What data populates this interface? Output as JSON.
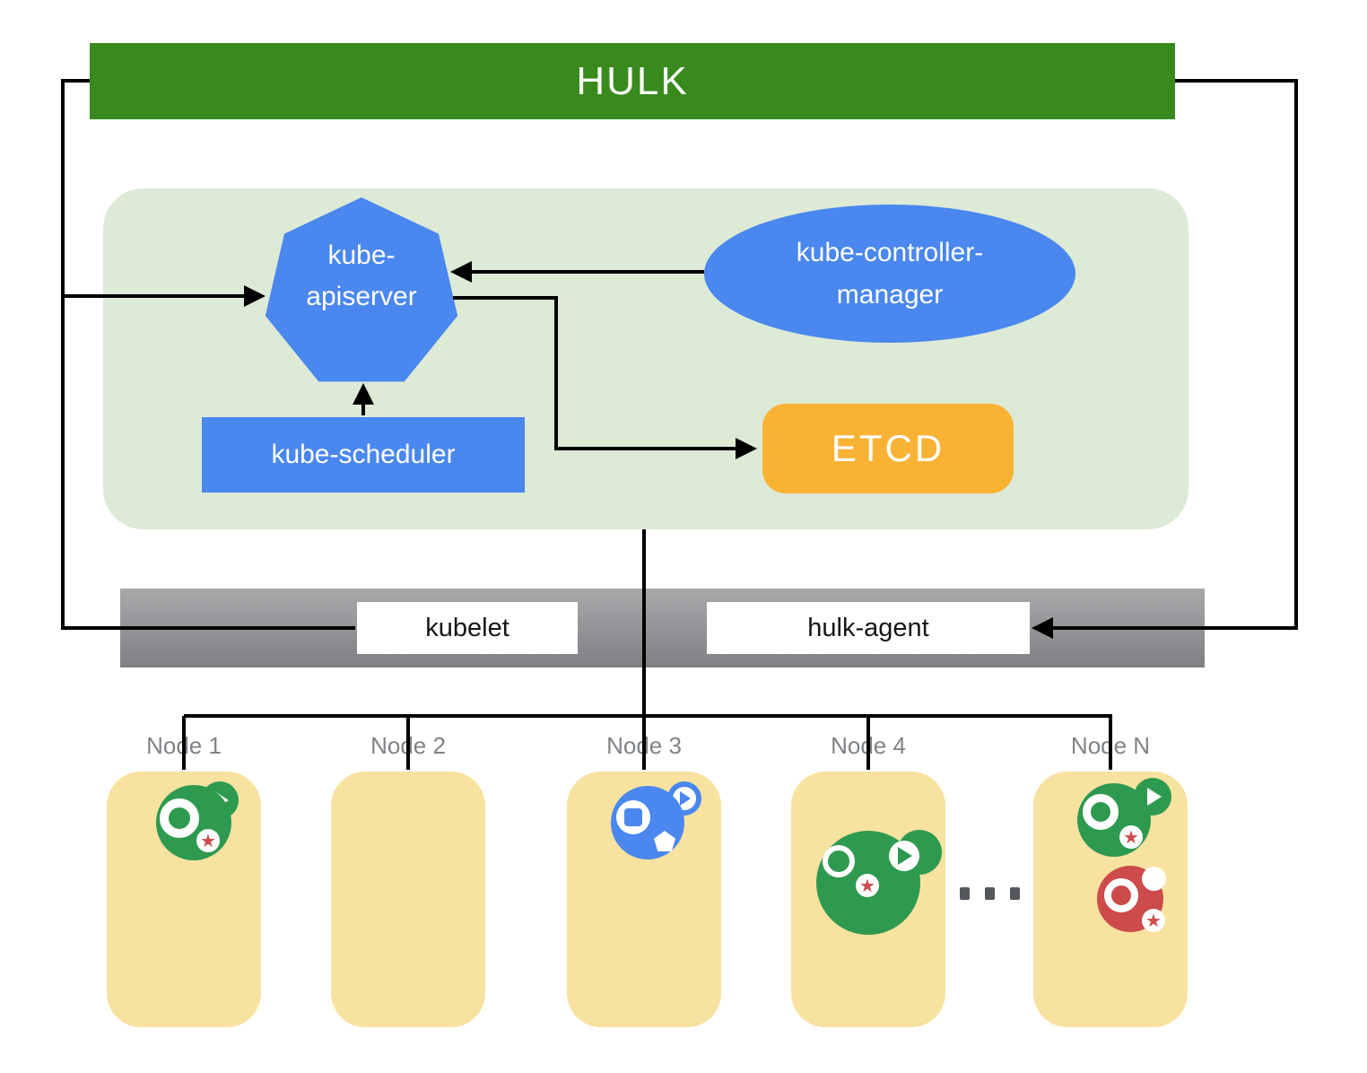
{
  "header": {
    "title": "HULK"
  },
  "control_plane": {
    "apiserver": {
      "line1": "kube-",
      "line2": "apiserver"
    },
    "controller_manager": {
      "line1": "kube-controller-",
      "line2": "manager"
    },
    "scheduler": {
      "label": "kube-scheduler"
    },
    "etcd": {
      "label": "ETCD"
    }
  },
  "agent_bar": {
    "kubelet": "kubelet",
    "hulk_agent": "hulk-agent"
  },
  "nodes": {
    "items": [
      {
        "label": "Node 1",
        "pods": [
          "green-pod"
        ]
      },
      {
        "label": "Node 2",
        "pods": []
      },
      {
        "label": "Node 3",
        "pods": [
          "blue-pod"
        ]
      },
      {
        "label": "Node 4",
        "pods": [
          "large-green-pod"
        ]
      },
      {
        "label": "Node N",
        "pods": [
          "green-pod",
          "red-pod"
        ]
      }
    ],
    "ellipsis": "..."
  },
  "colors": {
    "hulk_green": "#388a1c",
    "panel_green": "#dcead6",
    "component_blue": "#4a87ee",
    "etcd_orange": "#f9b233",
    "node_yellow": "#f8e2a0",
    "pod_green": "#2e9a50",
    "pod_red": "#cd4b4b",
    "pod_blue": "#4a87ee",
    "bar_gray_top": "#a7a9ab",
    "bar_gray_bottom": "#7e8083",
    "line_black": "#000000",
    "node_label_gray": "#7f8387"
  }
}
